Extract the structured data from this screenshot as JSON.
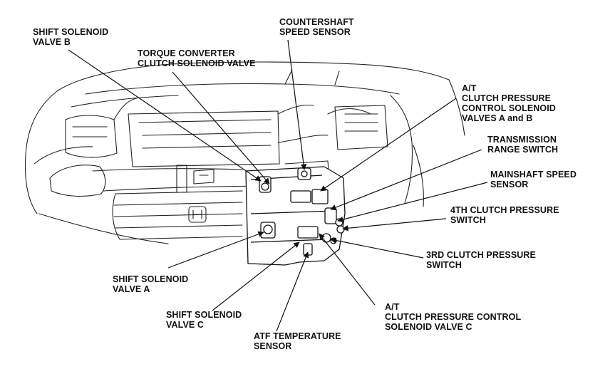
{
  "callouts": {
    "shift_solenoid_valve_b": {
      "line1": "SHIFT SOLENOID",
      "line2": "VALVE B"
    },
    "torque_converter": {
      "line1": "TORQUE CONVERTER",
      "line2": "CLUTCH SOLENOID VALVE"
    },
    "countershaft_speed_sensor": {
      "line1": "COUNTERSHAFT",
      "line2": "SPEED SENSOR"
    },
    "at_clutch_pressure_ab": {
      "line1": "A/T",
      "line2": "CLUTCH PRESSURE",
      "line3": "CONTROL SOLENOID",
      "line4": "VALVES A and B"
    },
    "transmission_range_switch": {
      "line1": "TRANSMISSION",
      "line2": "RANGE SWITCH"
    },
    "mainshaft_speed_sensor": {
      "line1": "MAINSHAFT SPEED",
      "line2": "SENSOR"
    },
    "clutch_4th_pressure_switch": {
      "line1": "4TH CLUTCH PRESSURE",
      "line2": "SWITCH"
    },
    "clutch_3rd_pressure_switch": {
      "line1": "3RD CLUTCH PRESSURE",
      "line2": "SWITCH"
    },
    "at_clutch_pressure_c": {
      "line1": "A/T",
      "line2": "CLUTCH PRESSURE CONTROL",
      "line3": "SOLENOID VALVE C"
    },
    "atf_temperature_sensor": {
      "line1": "ATF TEMPERATURE",
      "line2": "SENSOR"
    },
    "shift_solenoid_valve_c": {
      "line1": "SHIFT SOLENOID",
      "line2": "VALVE C"
    },
    "shift_solenoid_valve_a": {
      "line1": "SHIFT SOLENOID",
      "line2": "VALVE A"
    }
  }
}
